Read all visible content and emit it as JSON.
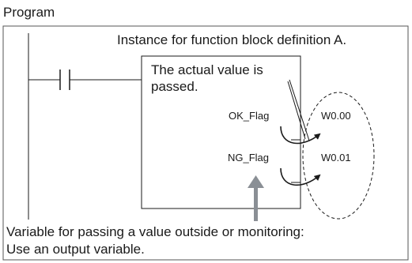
{
  "diagram": {
    "title": "Program",
    "instance_label": "Instance for function block definition A.",
    "note_line1": "The actual value is",
    "note_line2": "passed.",
    "outputs": [
      {
        "variable": "OK_Flag",
        "address": "W0.00"
      },
      {
        "variable": "NG_Flag",
        "address": "W0.01"
      }
    ],
    "caption_line1": "Variable for passing a value outside or monitoring:",
    "caption_line2": "Use an output variable."
  }
}
